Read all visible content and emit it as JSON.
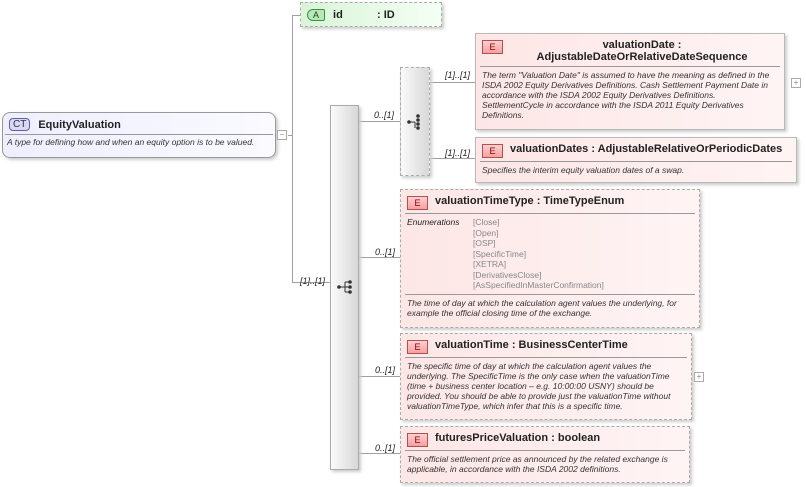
{
  "complex_type": {
    "badge": "CT",
    "name": "EquityValuation",
    "description": "A type for defining how and when an equity option is to be valued."
  },
  "attribute": {
    "badge": "A",
    "name": "id",
    "type": ": ID"
  },
  "sequence": {
    "occurrence": "[1]..[1]"
  },
  "choice": {
    "occurrence": "0..[1]",
    "children": [
      {
        "occurrence": "[1]..[1]",
        "badge": "E",
        "name": "valuationDate",
        "type": ": AdjustableDateOrRelativeDateSequence",
        "description": "The term \"Valuation Date\" is assumed to have the meaning as defined in the ISDA 2002 Equity Derivatives Definitions. Cash Settlement Payment Date in accordance with the ISDA 2002 Equity Derivatives Definitions. SettlementCycle in accordance with the ISDA 2011 Equity Derivatives Definitions."
      },
      {
        "occurrence": "[1]..[1]",
        "badge": "E",
        "name": "valuationDates",
        "type": ": AdjustableRelativeOrPeriodicDates",
        "description": "Specifies the interim equity valuation dates of a swap."
      }
    ]
  },
  "elements": [
    {
      "occurrence": "0..[1]",
      "badge": "E",
      "name": "valuationTimeType",
      "type": ": TimeTypeEnum",
      "enumerations_label": "Enumerations",
      "enumerations": [
        "[Close]",
        "[Open]",
        "[OSP]",
        "[SpecificTime]",
        "[XETRA]",
        "[DerivativesClose]",
        "[AsSpecifiedInMasterConfirmation]"
      ],
      "description": "The time of day at which the calculation agent values the underlying, for example the official closing time of the exchange."
    },
    {
      "occurrence": "0..[1]",
      "badge": "E",
      "name": "valuationTime",
      "type": ": BusinessCenterTime",
      "description": "The specific time of day at which the calculation agent values the underlying. The SpecificTime is the only case when the valuationTime (time + business center location – e.g. 10:00:00 USNY) should be provided. You should be able to provide just the valuationTime without valuationTimeType, which infer that this is a specific time."
    },
    {
      "occurrence": "0..[1]",
      "badge": "E",
      "name": "futuresPriceValuation",
      "type": ": boolean",
      "description": "The official settlement price as announced by the related exchange is applicable, in accordance with the ISDA 2002 definitions."
    }
  ],
  "icons": {
    "collapse": "−",
    "expand": "+"
  }
}
